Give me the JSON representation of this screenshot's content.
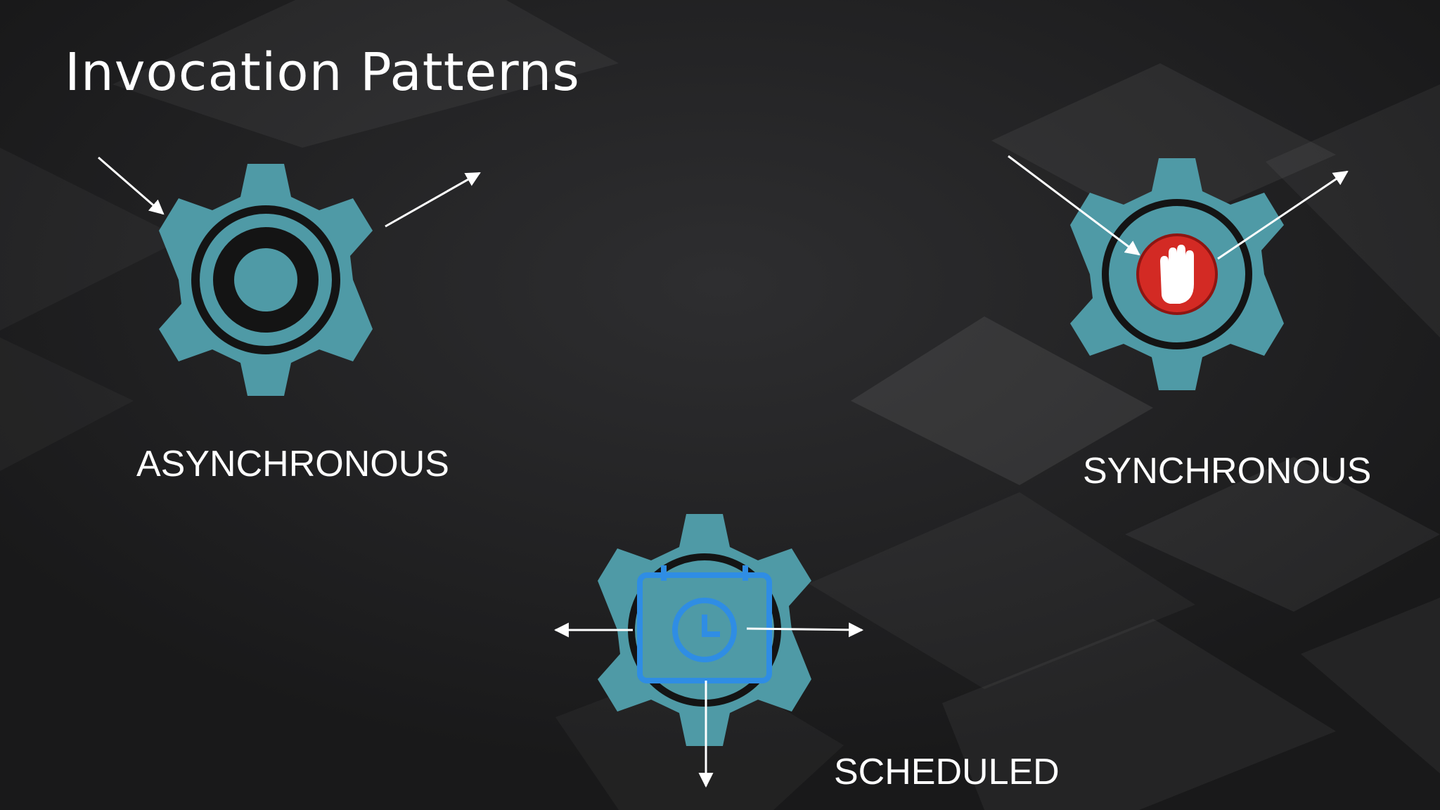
{
  "slide": {
    "title": "Invocation Patterns",
    "patterns": [
      {
        "label": "ASYNCHRONOUS",
        "icon": "gear-icon"
      },
      {
        "label": "SYNCHRONOUS",
        "icon": "gear-stop-hand-icon"
      },
      {
        "label": "SCHEDULED",
        "icon": "gear-calendar-clock-icon"
      }
    ]
  },
  "colors": {
    "background": "#1f1f20",
    "gear": "#4f9aa6",
    "arrow": "#ffffff",
    "stop": "#d32a24",
    "calendar": "#2f8de4"
  }
}
